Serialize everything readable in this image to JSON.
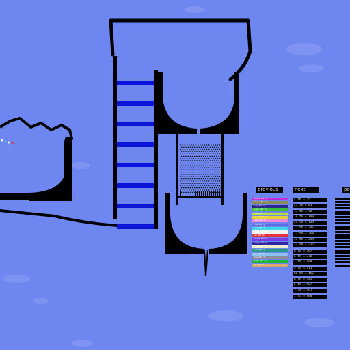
{
  "colors": {
    "background": "#6e86f0",
    "container": "#000000",
    "ladder_rungs": "#0b14d8",
    "cloud": "#7f93f3"
  },
  "headers": {
    "previous": "previous",
    "next": "next",
    "pos": "po"
  },
  "previous_entries": [
    {
      "label": "purple 171 dd",
      "color": "#c22bd6"
    },
    {
      "label": "olive 192 ddd",
      "color": "#8c8a5a"
    },
    {
      "label": "navy 201 dd",
      "color": "#2a2a8a"
    },
    {
      "label": "green 212 dd",
      "color": "#3bbf3b"
    },
    {
      "label": "lime 244 dd",
      "color": "#b6e22f"
    },
    {
      "label": "yellow 251 dd",
      "color": "#e4d433"
    },
    {
      "label": "pink 265 dd",
      "color": "#f08ad8"
    },
    {
      "label": "blue 290 dd",
      "color": "#5a6ee6"
    },
    {
      "label": "cyan 304 dd",
      "color": "#41d6e8"
    },
    {
      "label": "white 310 dd",
      "color": "#f0f0f0"
    },
    {
      "label": "red 322 dd",
      "color": "#e6323c"
    },
    {
      "label": "violet 333 dd",
      "color": "#7a3ae0"
    },
    {
      "label": "indigo 345 dd",
      "color": "#3324a8"
    },
    {
      "label": "cream 351 dd",
      "color": "#f2ecd0"
    },
    {
      "label": "teal 368 dd",
      "color": "#2a9a8c"
    },
    {
      "label": "sky 377 dd",
      "color": "#8ac2f2"
    },
    {
      "label": "gray 383 dd",
      "color": "#8a8a9a"
    },
    {
      "label": "green 390 dd",
      "color": "#22b33a"
    },
    {
      "label": "tan 399 dd",
      "color": "#d8a872"
    }
  ],
  "next_entries": [
    "4 th = 75",
    "27 th = 85",
    "13 th = 90",
    "19 th = 109",
    "24 th = 133",
    "12 th = 247",
    "12 th = 268",
    "21 th = 299",
    "22 th = 312",
    "8 th = 367",
    "6 th = 378",
    "7 th = 408",
    "5 th = 411",
    "88 th = 452",
    "8 th = 481",
    "6 th = 487",
    "3 rd = 491",
    "1 st = 900"
  ],
  "pos_bar_count": 23
}
